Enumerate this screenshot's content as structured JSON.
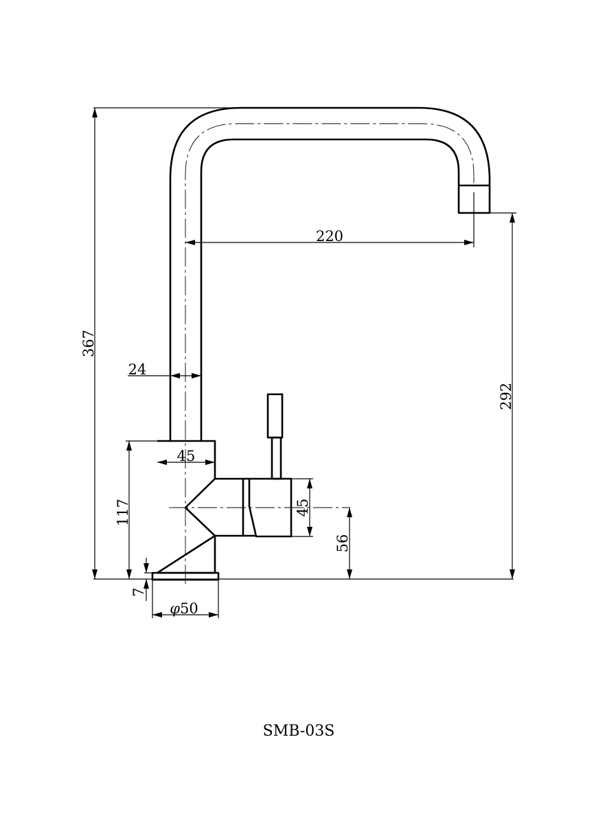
{
  "drawing": {
    "model": "SMB-03S",
    "dimensions": {
      "total_height": "367",
      "spout_reach": "220",
      "spout_height": "292",
      "tube_diameter": "24",
      "body_height": "117",
      "body_width": "45",
      "handle_width": "45",
      "handle_axis_height": "56",
      "base_thickness": "7",
      "base_diameter": "50"
    },
    "diameter_symbol": "φ"
  }
}
